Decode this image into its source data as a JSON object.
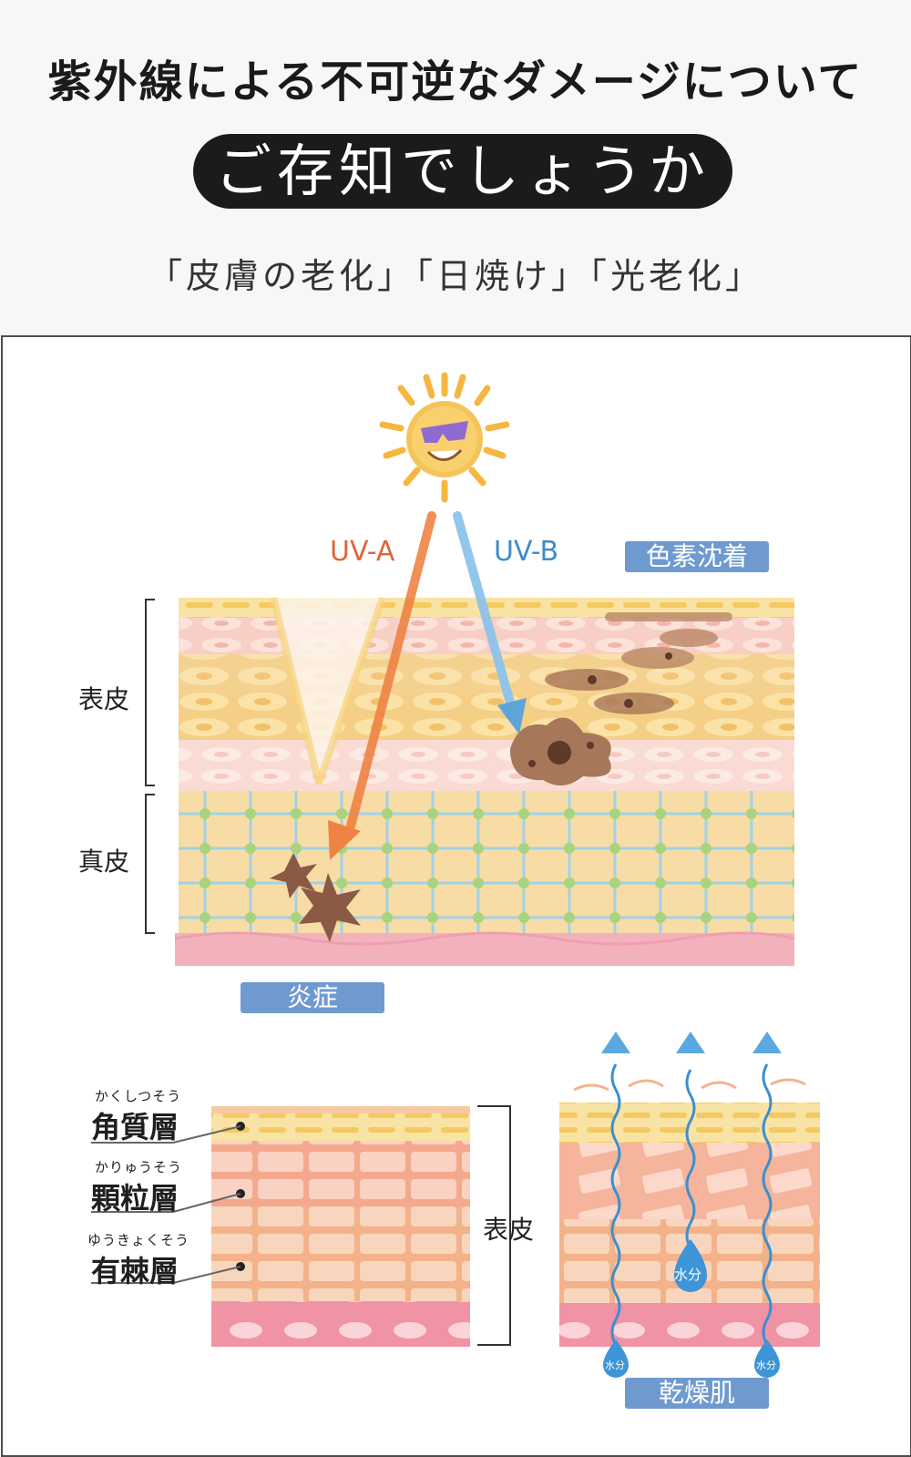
{
  "header": {
    "headline": "紫外線による不可逆なダメージについて",
    "pill_text": "ご存知でしょうか",
    "subline": "「皮膚の老化」「日焼け」「光老化」"
  },
  "diagram": {
    "uv_a": "UV-A",
    "uv_b": "UV-B",
    "pigmentation_tag": "色素沈着",
    "epidermis_label": "表皮",
    "dermis_label": "真皮",
    "inflammation_tag": "炎症"
  },
  "layers": {
    "corneum_ruby": "かくしつそう",
    "corneum": "角質層",
    "granular_ruby": "かりゅうそう",
    "granular": "顆粒層",
    "spinous_ruby": "ゆうきょくそう",
    "spinous": "有棘層",
    "epidermis_label": "表皮",
    "water_big": "水分",
    "water_left": "水分",
    "water_right": "水分",
    "dry_skin_tag": "乾燥肌"
  },
  "colors": {
    "uv_a": "#e0663a",
    "uv_b": "#3f8cc7",
    "tag_bg": "#6f9ad0",
    "pill_bg": "#1b1b1b"
  },
  "icons": [
    "sun-with-sunglasses-icon",
    "melanocyte-icon",
    "inflammation-burst-icon",
    "water-drop-icon",
    "evaporation-arrow-icon"
  ]
}
